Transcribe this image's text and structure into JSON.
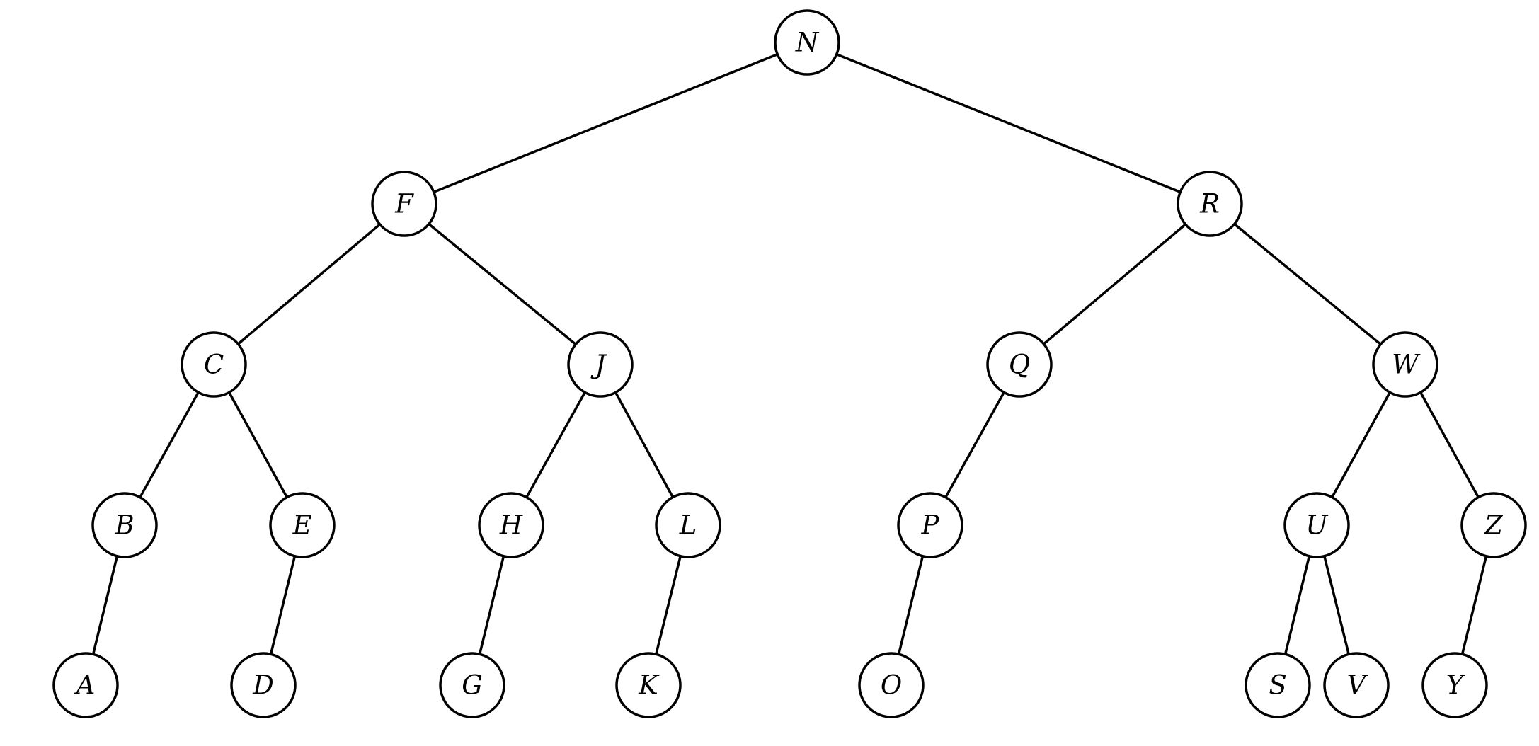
{
  "tree": {
    "nodes": [
      {
        "id": "N",
        "label": "N"
      },
      {
        "id": "F",
        "label": "F"
      },
      {
        "id": "R",
        "label": "R"
      },
      {
        "id": "C",
        "label": "C"
      },
      {
        "id": "J",
        "label": "J"
      },
      {
        "id": "Q",
        "label": "Q"
      },
      {
        "id": "W",
        "label": "W"
      },
      {
        "id": "B",
        "label": "B"
      },
      {
        "id": "E",
        "label": "E"
      },
      {
        "id": "H",
        "label": "H"
      },
      {
        "id": "L",
        "label": "L"
      },
      {
        "id": "P",
        "label": "P"
      },
      {
        "id": "U",
        "label": "U"
      },
      {
        "id": "Z",
        "label": "Z"
      },
      {
        "id": "A",
        "label": "A"
      },
      {
        "id": "D",
        "label": "D"
      },
      {
        "id": "G",
        "label": "G"
      },
      {
        "id": "K",
        "label": "K"
      },
      {
        "id": "O",
        "label": "O"
      },
      {
        "id": "S",
        "label": "S"
      },
      {
        "id": "V",
        "label": "V"
      },
      {
        "id": "Y",
        "label": "Y"
      }
    ],
    "edges": [
      [
        "N",
        "F"
      ],
      [
        "N",
        "R"
      ],
      [
        "F",
        "C"
      ],
      [
        "F",
        "J"
      ],
      [
        "R",
        "Q"
      ],
      [
        "R",
        "W"
      ],
      [
        "C",
        "B"
      ],
      [
        "C",
        "E"
      ],
      [
        "J",
        "H"
      ],
      [
        "J",
        "L"
      ],
      [
        "Q",
        "P"
      ],
      [
        "W",
        "U"
      ],
      [
        "W",
        "Z"
      ],
      [
        "B",
        "A"
      ],
      [
        "E",
        "D"
      ],
      [
        "H",
        "G"
      ],
      [
        "L",
        "K"
      ],
      [
        "P",
        "O"
      ],
      [
        "U",
        "S"
      ],
      [
        "U",
        "V"
      ],
      [
        "Z",
        "Y"
      ]
    ]
  }
}
